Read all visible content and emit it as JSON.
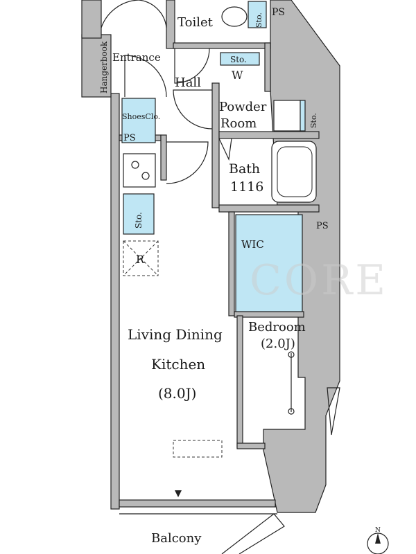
{
  "labels": {
    "toilet": "Toilet",
    "ps_top": "PS",
    "sto_toilet": "Sto.",
    "hangerbook": "Hangerbook",
    "entrance": "Entrance",
    "hall": "Hall",
    "sto_w": "Sto.",
    "w": "W",
    "powder_line1": "Powder",
    "powder_line2": "Room",
    "sto_powder": "Sto.",
    "shoes": "ShoesClo.",
    "ps_shoes": "PS",
    "bath_line1": "Bath",
    "bath_line2": "1116",
    "sto_kitchen": "Sto.",
    "r": "R",
    "wic": "WIC",
    "ps_wic": "PS",
    "bedroom_line1": "Bedroom",
    "bedroom_line2": "(2.0J)",
    "ldk_line1": "Living Dining",
    "ldk_line2": "Kitchen",
    "ldk_line3": "(8.0J)",
    "balcony": "Balcony",
    "north": "N",
    "watermark": "CORE"
  },
  "colors": {
    "wall": "#b9b9b9",
    "fixture": "#bfe6f4",
    "line": "#222222"
  }
}
